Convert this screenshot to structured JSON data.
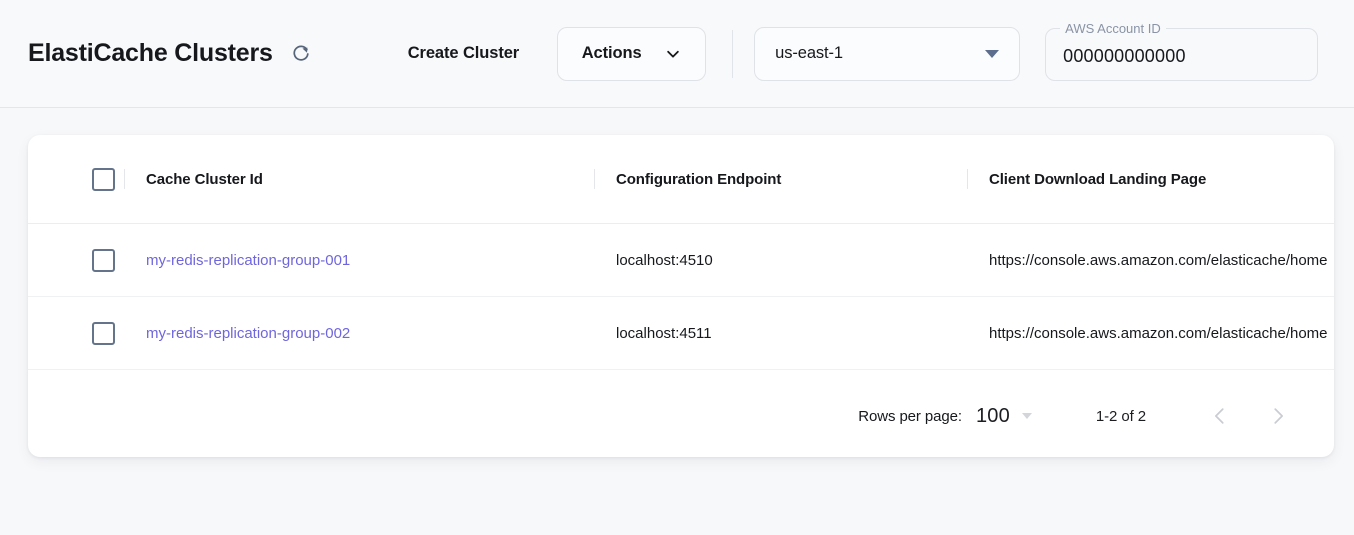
{
  "header": {
    "title": "ElastiCache Clusters",
    "refresh_icon": "refresh-icon",
    "create_cluster_label": "Create Cluster",
    "actions_label": "Actions",
    "actions_caret_icon": "chevron-down-icon",
    "region": {
      "selected": "us-east-1",
      "caret_icon": "caret-down-icon"
    },
    "account": {
      "label": "AWS Account ID",
      "value": "000000000000",
      "placeholder": ""
    }
  },
  "table": {
    "columns": [
      {
        "key": "select",
        "label": ""
      },
      {
        "key": "cache_cluster_id",
        "label": "Cache Cluster Id"
      },
      {
        "key": "configuration_endpoint",
        "label": "Configuration Endpoint"
      },
      {
        "key": "client_download_landing_page",
        "label": "Client Download Landing Page"
      }
    ],
    "select_all_checked": false,
    "rows": [
      {
        "checked": false,
        "cache_cluster_id": "my-redis-replication-group-001",
        "configuration_endpoint": "localhost:4510",
        "client_download_landing_page": "https://console.aws.amazon.com/elasticache/home"
      },
      {
        "checked": false,
        "cache_cluster_id": "my-redis-replication-group-002",
        "configuration_endpoint": "localhost:4511",
        "client_download_landing_page": "https://console.aws.amazon.com/elasticache/home"
      }
    ]
  },
  "pagination": {
    "rows_per_page_label": "Rows per page:",
    "rows_per_page_value": "100",
    "range_label": "1-2 of 2",
    "prev_icon": "chevron-left-icon",
    "next_icon": "chevron-right-icon"
  },
  "colors": {
    "page_background": "#f7f8fa",
    "card_background": "#ffffff",
    "link": "#6f66dd",
    "text_primary": "#16181c",
    "border": "#dfe2e7",
    "label_muted": "#8a94a6",
    "caret": "#5d6d8e"
  }
}
